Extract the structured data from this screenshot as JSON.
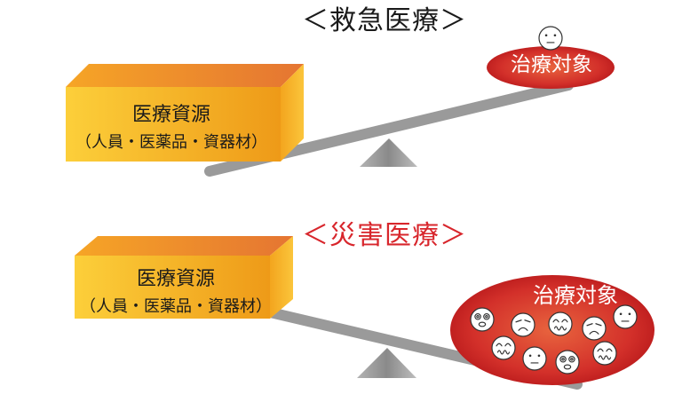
{
  "emergency": {
    "title": "＜救急医療＞",
    "resource_label": "医療資源",
    "resource_sub": "（人員・医薬品・資器材）",
    "patients_label": "治療対象",
    "patient_faces": [
      "neutral"
    ]
  },
  "disaster": {
    "title": "＜災害医療＞",
    "resource_label": "医療資源",
    "resource_sub": "（人員・医薬品・資器材）",
    "patients_label": "治療対象",
    "patient_faces": [
      "dizzy",
      "sad",
      "wavy",
      "sad",
      "neutral",
      "wavy",
      "neutral",
      "dizzy",
      "wavy"
    ]
  },
  "colors": {
    "box_face": "#f5b81f",
    "box_edge": "#e8762d",
    "oval": "#cf2a24",
    "lever": "#9a9a9a",
    "fulcrum": "#8c8c8c",
    "disaster_title": "#d8262c"
  }
}
